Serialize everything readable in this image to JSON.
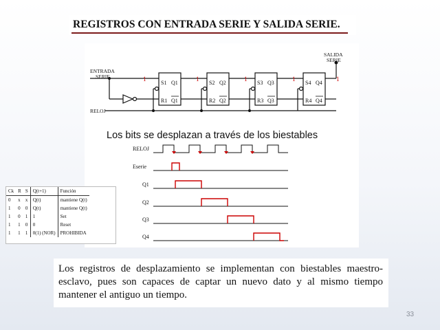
{
  "slide": {
    "title": "REGISTROS CON ENTRADA SERIE Y SALIDA SERIE.",
    "caption": "Los bits se desplazan a través de los biestables",
    "page_number": "33",
    "note": "Los registros de desplazamiento se implementan con biestables maestro-esclavo, pues son capaces de captar un nuevo dato y al mismo tiempo mantener el antiguo un tiempo."
  },
  "circuit": {
    "input_label_1": "ENTRADA",
    "input_label_2": "SERIE",
    "output_label_1": "SALIDA",
    "output_label_2": "SERIE",
    "clock_label": "RELOJ",
    "bit_marks": [
      "1",
      "1",
      "1",
      "1",
      "1"
    ],
    "flipflops": [
      {
        "s": "S1",
        "q": "Q1",
        "r": "R1",
        "qn": "Q1"
      },
      {
        "s": "S2",
        "q": "Q2",
        "r": "R2",
        "qn": "Q2"
      },
      {
        "s": "S3",
        "q": "Q3",
        "r": "R3",
        "qn": "Q3"
      },
      {
        "s": "S4",
        "q": "Q4",
        "r": "R4",
        "qn": "Q4"
      }
    ]
  },
  "timing": {
    "signals": [
      "RELOJ",
      "Eserie",
      "Q1",
      "Q2",
      "Q3",
      "Q4"
    ]
  },
  "truth_table": {
    "headers": [
      "Ck",
      "R",
      "S",
      "Q(t+1)",
      "Función"
    ],
    "rows": [
      [
        "0",
        "x",
        "x",
        "Q(t)",
        "mantiene Q(t)"
      ],
      [
        "1",
        "0",
        "0",
        "Q(t)",
        "mantiene Q(t)"
      ],
      [
        "1",
        "0",
        "1",
        "1",
        "Set"
      ],
      [
        "1",
        "1",
        "0",
        "0",
        "Reset"
      ],
      [
        "1",
        "1",
        "1",
        "0(1) (NOR)",
        "PROHIBIDA"
      ]
    ]
  },
  "colors": {
    "highlight": "#cc0000",
    "accent_rule": "#7a1a1a",
    "ink": "#111111"
  }
}
